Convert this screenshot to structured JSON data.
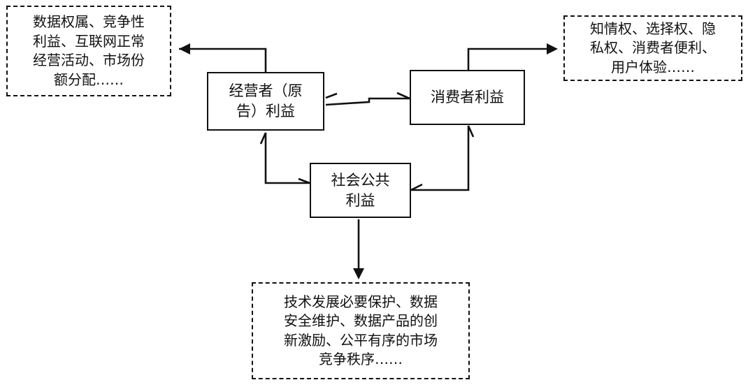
{
  "nodes": {
    "operator": {
      "lines": [
        "经营者（原",
        "告）利益"
      ]
    },
    "consumer": {
      "lines": [
        "消费者利益"
      ]
    },
    "public": {
      "lines": [
        "社会公共",
        "利益"
      ]
    }
  },
  "notes": {
    "operator": {
      "lines": [
        "数据权属、竞争性",
        "利益、互联网正常",
        "经营活动、市场份",
        "额分配……"
      ]
    },
    "consumer": {
      "lines": [
        "知情权、选择权、隐",
        "私权、消费者便利、",
        "用户体验……"
      ]
    },
    "public": {
      "lines": [
        "技术发展必要保护、数据",
        "安全维护、数据产品的创",
        "新激励、公平有序的市场",
        "竞争秩序……"
      ]
    }
  }
}
